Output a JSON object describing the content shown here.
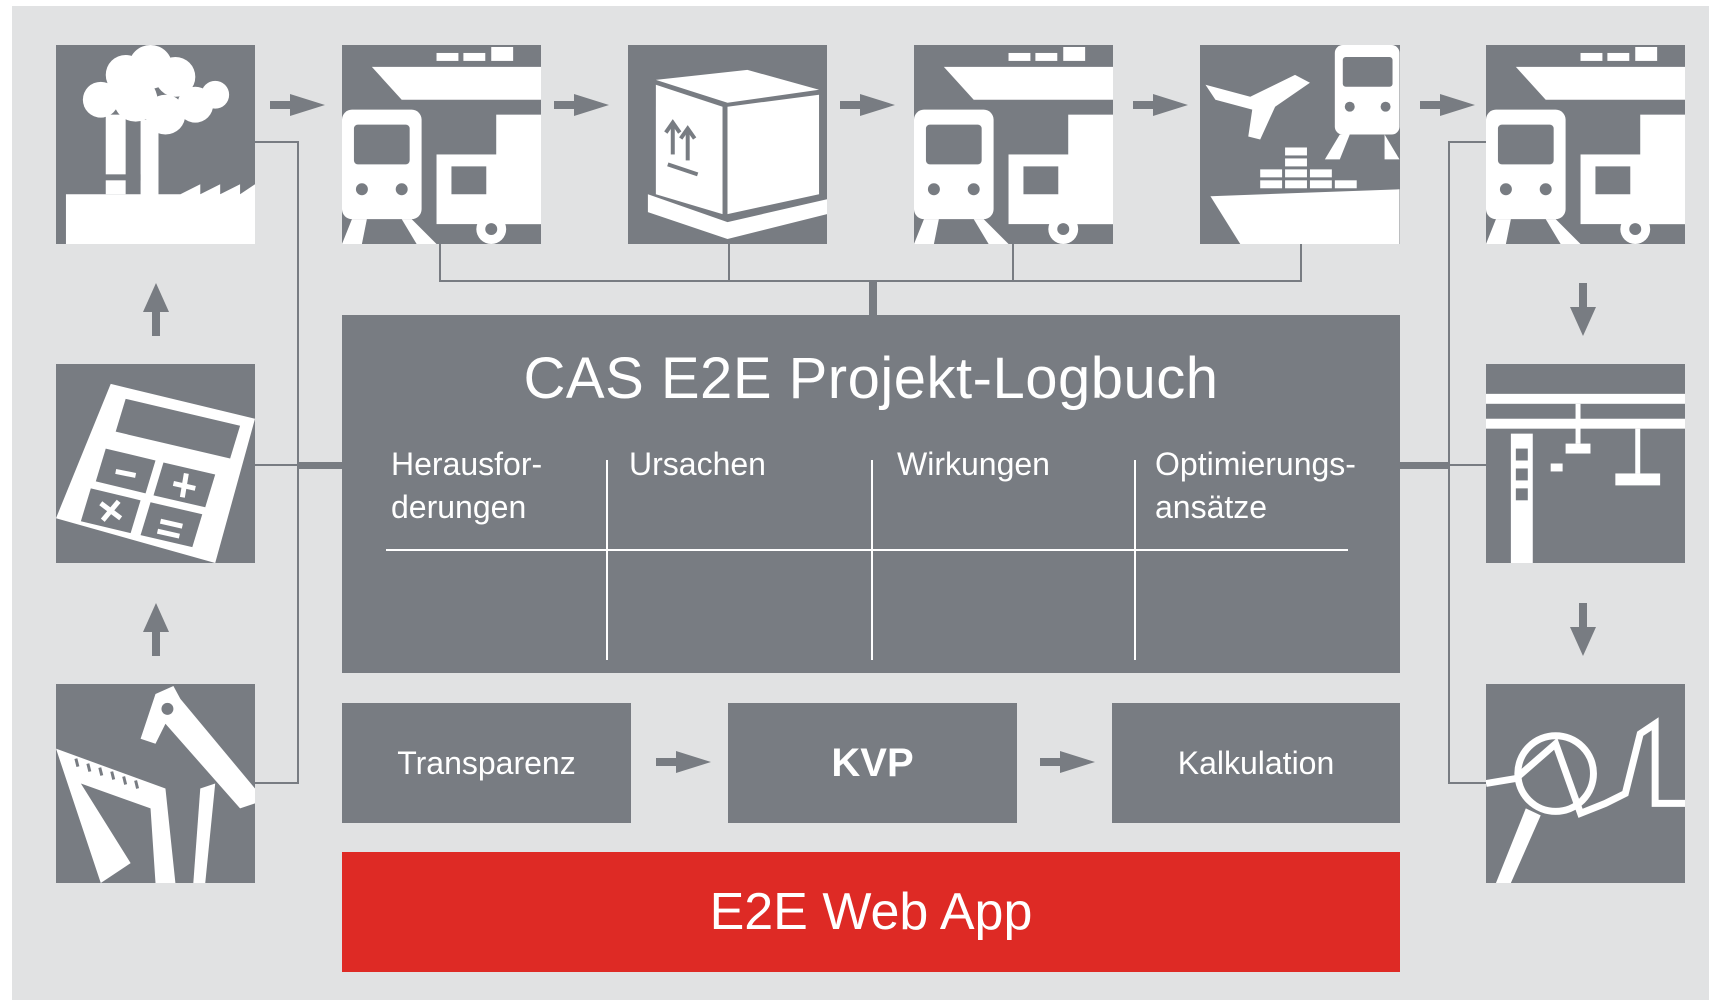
{
  "colors": {
    "background": "#e1e2e3",
    "tile": "#787c82",
    "accent": "#de2a25",
    "text": "#ffffff"
  },
  "logbook": {
    "title": "CAS E2E Projekt-Logbuch",
    "columns": [
      "Herausfor-\nderungen",
      "Ursachen",
      "Wirkungen",
      "Optimierungs-\nansätze"
    ]
  },
  "process": {
    "transparency": "Transparenz",
    "kvp": "KVP",
    "calculation": "Kalkulation"
  },
  "webapp": "E2E Web App",
  "icons": {
    "top_row": [
      "factory-icon",
      "ship-train-truck-icon",
      "cargo-box-icon",
      "ship-train-truck-icon",
      "plane-train-container-ship-icon",
      "ship-train-truck-icon"
    ],
    "left_column": [
      "calculator-icon",
      "drafting-tools-icon"
    ],
    "right_column": [
      "crane-icon",
      "magnifier-analysis-icon"
    ]
  }
}
